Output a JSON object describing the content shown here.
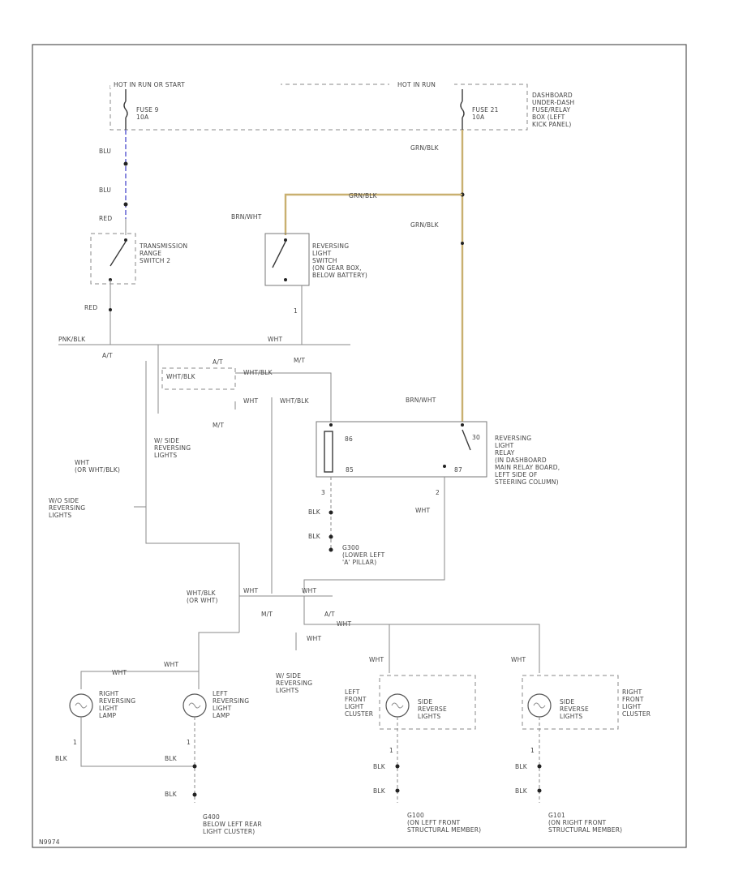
{
  "labels": {
    "hot_run_start": "HOT IN RUN OR START",
    "hot_in_run": "HOT IN RUN",
    "dash_fuse_box": "DASHBOARD\nUNDER-DASH\nFUSE/RELAY\nBOX (LEFT\nKICK PANEL)",
    "fuse9": "FUSE 9\n10A",
    "fuse21": "FUSE 21\n10A",
    "grn_blk_1": "GRN/BLK",
    "grn_blk_2": "GRN/BLK",
    "grn_blk_3": "GRN/BLK",
    "blu_1": "BLU",
    "blu_2": "BLU",
    "red_1": "RED",
    "red_2": "RED",
    "brn_wht_1": "BRN/WHT",
    "brn_wht_2": "BRN/WHT",
    "trans_switch": "TRANSMISSION\nRANGE\nSWITCH 2",
    "rev_switch": "REVERSING\nLIGHT\nSWITCH\n(ON GEAR BOX,\nBELOW BATTERY)",
    "pnk_blk": "PNK/BLK",
    "wht_1": "WHT",
    "at_1": "A/T",
    "at_2": "A/T",
    "at_3": "A/T",
    "mt_1": "M/T",
    "mt_2": "M/T",
    "mt_3": "M/T",
    "wht_blk_1": "WHT/BLK",
    "wht_blk_2": "WHT/BLK",
    "wht_blk_3": "WHT/BLK",
    "wht_2": "WHT",
    "wht_3": "WHT",
    "wht_or_whtblk": "WHT\n(OR WHT/BLK)",
    "ws_rev_1": "W/ SIDE\nREVERSING\nLIGHTS",
    "ws_rev_2": "W/O SIDE\nREVERSING\nLIGHTS",
    "ws_rev_3": "W/ SIDE\nREVERSING\nLIGHTS",
    "relay_label": "REVERSING\nLIGHT\nRELAY\n(IN DASHBOARD\nMAIN RELAY BOARD,\nLEFT SIDE OF\nSTEERING COLUMN)",
    "pin_30": "30",
    "pin_85": "85",
    "pin_86": "86",
    "pin_87": "87",
    "pin_1": "1",
    "pin_2": "2",
    "pin_3": "3",
    "blk_1": "BLK",
    "blk_2": "BLK",
    "g300": "G300\n(LOWER LEFT\n'A' PILLAR)",
    "wht_blk_orwht": "WHT/BLK\n(OR WHT)",
    "wht_4": "WHT",
    "wht_5": "WHT",
    "wht_6": "WHT",
    "wht_7": "WHT",
    "wht_8": "WHT",
    "wht_9": "WHT",
    "wht_10": "WHT",
    "wht_11": "WHT",
    "right_rev_lamp": "RIGHT\nREVERSING\nLIGHT\nLAMP",
    "left_rev_lamp": "LEFT\nREVERSING\nLIGHT\nLAMP",
    "left_front_cluster": "LEFT\nFRONT\nLIGHT\nCLUSTER",
    "side_rev_left": "SIDE\nREVERSE\nLIGHTS",
    "side_rev_right": "SIDE\nREVERSE\nLIGHTS",
    "right_front_cluster": "RIGHT\nFRONT\nLIGHT\nCLUSTER",
    "blk_3": "BLK",
    "blk_4": "BLK",
    "blk_5": "BLK",
    "blk_6": "BLK",
    "blk_7": "BLK",
    "blk_8": "BLK",
    "blk_9": "BLK",
    "g400": "G400\nBELOW LEFT REAR\nLIGHT CLUSTER)",
    "g100": "G100\n(ON LEFT FRONT\nSTRUCTURAL MEMBER)",
    "g101": "G101\n(ON RIGHT FRONT\nSTRUCTURAL MEMBER)",
    "footer_code": "N9974"
  }
}
